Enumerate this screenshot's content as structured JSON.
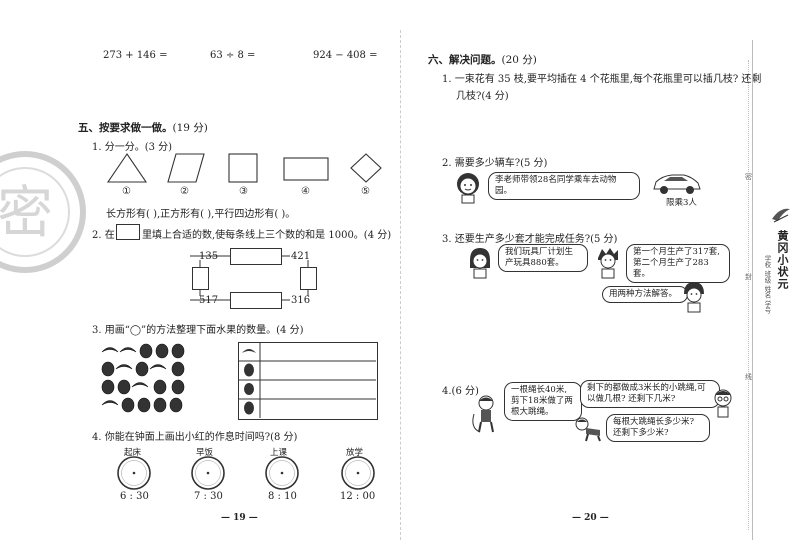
{
  "left_page": {
    "calc_row": [
      "273 + 146 =",
      "63 ÷ 8 =",
      "924 − 408 ="
    ],
    "section5": {
      "title": "五、按要求做一做。",
      "points": "(19 分)",
      "q1": {
        "text": "1. 分一分。(3 分)",
        "shape_labels": [
          "①",
          "②",
          "③",
          "④",
          "⑤"
        ],
        "answer_line": "长方形有(      ),正方形有(      ),平行四边形有(      )。"
      },
      "q2": {
        "text_a": "2. 在",
        "text_b": "里填上合适的数,使每条线上三个数的和是 1000。(4 分)",
        "numbers": [
          "135",
          "421",
          "517",
          "316"
        ]
      },
      "q3": {
        "text": "3. 用画“◯”的方法整理下面水果的数量。(4 分)"
      },
      "q4": {
        "text": "4. 你能在钟面上画出小红的作息时间吗?(8 分)",
        "clocks": [
          {
            "label": "起床",
            "time": "6 : 30"
          },
          {
            "label": "早饭",
            "time": "7 : 30"
          },
          {
            "label": "上课",
            "time": "8 : 10"
          },
          {
            "label": "放学",
            "time": "12 : 00"
          }
        ]
      }
    },
    "page_number": "— 19 —",
    "stamp_text": "密"
  },
  "right_page": {
    "section6": {
      "title": "六、解决问题。",
      "points": "(20 分)",
      "q1": {
        "line1": "1. 一束花有 35 枝,要平均插在 4 个花瓶里,每个花瓶里可以插几枝? 还剩",
        "line2": "几枝?(4 分)"
      },
      "q2": {
        "text": "2. 需要多少辆车?(5 分)",
        "bubble": "李老师带领28名同学乘车去动物园。",
        "car_caption": "限乘3人"
      },
      "q3": {
        "text": "3. 还要生产多少套才能完成任务?(5 分)",
        "bubble_a": "我们玩具厂计划生产玩具880套。",
        "bubble_b": "第一个月生产了317套,第二个月生产了283套。",
        "bubble_c": "用两种方法解答。"
      },
      "q4": {
        "text": "4.(6 分)",
        "bubble_a": "一根绳长40米,剪下18米做了两根大跳绳。",
        "bubble_b": "剩下的都做成3米长的小跳绳,可以做几根? 还剩下几米?",
        "bubble_c": "每根大跳绳长多少米? 还剩下多少米?"
      }
    },
    "page_number": "— 20 —"
  },
  "sidebar": {
    "vertical_brand": "黄冈小状元",
    "vertical_words": [
      "密",
      "封",
      "线"
    ],
    "vertical_fields": "学校 班级 姓名 学号"
  }
}
